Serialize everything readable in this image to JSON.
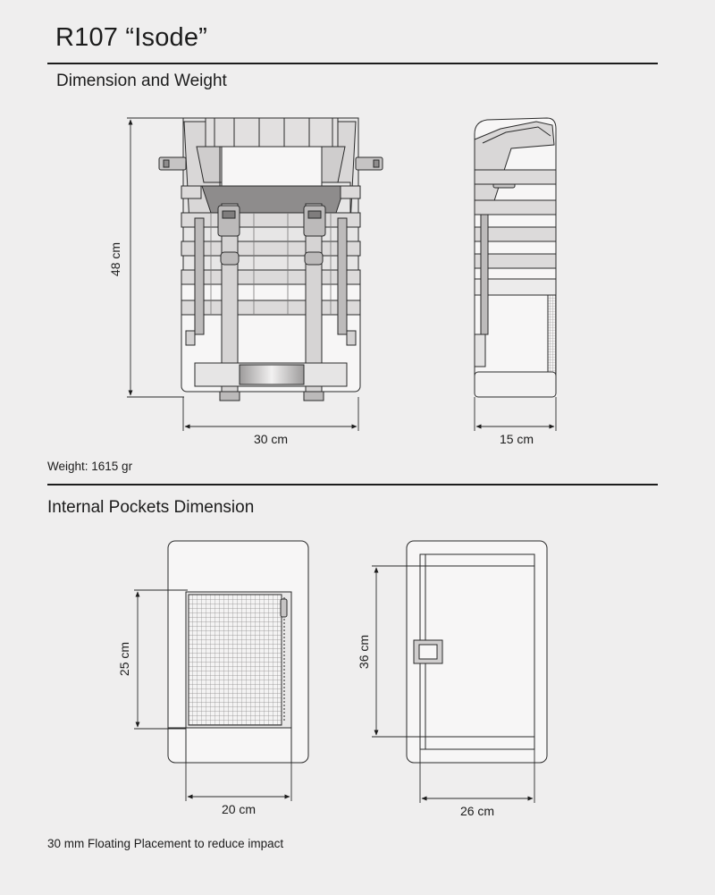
{
  "page": {
    "title": "R107 “Isode”",
    "section_dimension": "Dimension and Weight",
    "section_pockets": "Internal Pockets Dimension",
    "weight": "Weight: 1615 gr",
    "note": "30 mm Floating Placement to reduce impact"
  },
  "dimensions": {
    "height": "48 cm",
    "width": "30 cm",
    "depth": "15 cm",
    "pocket_front_height": "25 cm",
    "pocket_front_width": "20 cm",
    "pocket_back_height": "36 cm",
    "pocket_back_width": "26 cm"
  },
  "colors": {
    "background": "#efeeee",
    "line": "#1c1c1c",
    "strap": "#d6d4d4",
    "panel": "#c9c7c7",
    "dark_panel": "#8e8c8c"
  }
}
